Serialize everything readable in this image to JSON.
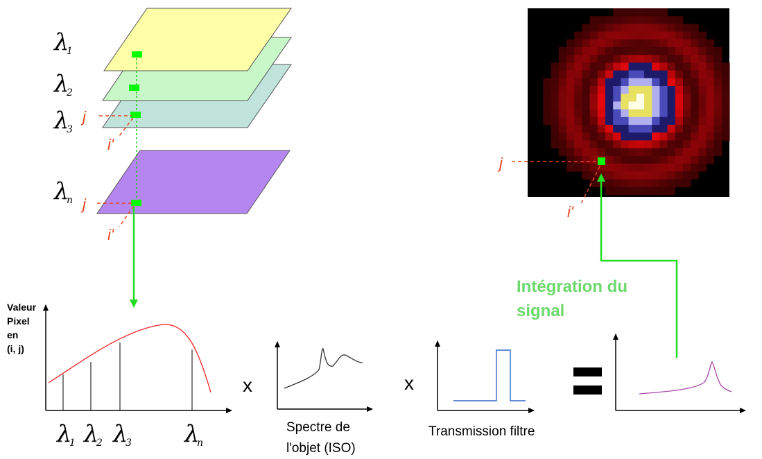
{
  "colors": {
    "layer1": "#ffffa8",
    "layer2": "#c8f7c8",
    "layer3": "#c0e4dc",
    "layer_n": "#b686f0",
    "pixel_green": "#00ff00",
    "guide_red": "#e8451f",
    "arrow_green": "#22dd22",
    "integration_text": "#6dd86d",
    "curve_red": "#ee2222",
    "spectrum_dark": "#333333",
    "filter_blue": "#3366cc",
    "result_purple": "#aa44aa"
  },
  "stack": {
    "layer_labels": [
      {
        "base": "λ",
        "sub": "1"
      },
      {
        "base": "λ",
        "sub": "2"
      },
      {
        "base": "λ",
        "sub": "3"
      },
      {
        "base": "λ",
        "sub": "n"
      }
    ],
    "j_label": "j",
    "i_label": "i'"
  },
  "psf_image": {
    "j_label": "j",
    "i_label": "i'"
  },
  "integration_label": {
    "line1": "Intégration du",
    "line2": "signal"
  },
  "pixel_curve": {
    "y_label": [
      "Valeur",
      "Pixel",
      "en",
      "(i, j)"
    ],
    "x_ticks": [
      {
        "base": "λ",
        "sub": "1"
      },
      {
        "base": "λ",
        "sub": "2"
      },
      {
        "base": "λ",
        "sub": "3"
      },
      {
        "base": "λ",
        "sub": "n"
      }
    ]
  },
  "operators": {
    "times1": "x",
    "times2": "x"
  },
  "object_spectrum": {
    "label_line1": "Spectre de",
    "label_line2": "l'objet (ISO)"
  },
  "filter": {
    "label": "Transmission filtre"
  }
}
